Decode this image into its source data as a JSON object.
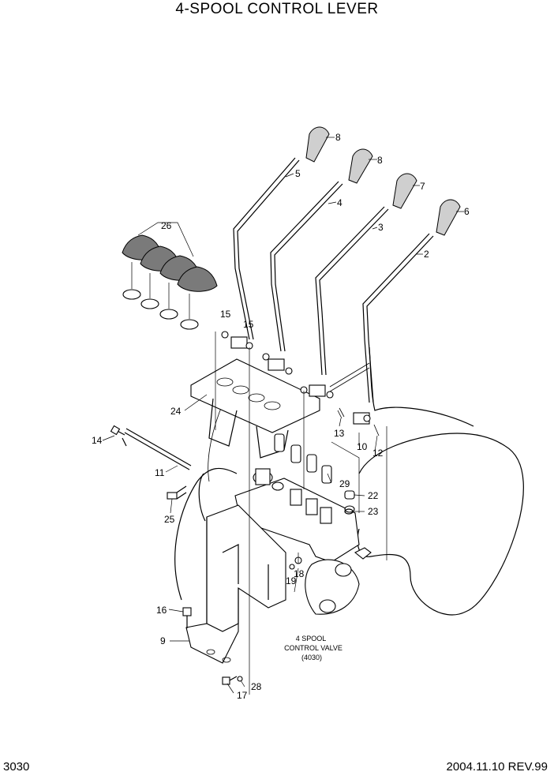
{
  "header": {
    "title": "4-SPOOL CONTROL LEVER"
  },
  "footer": {
    "page": "3030",
    "revision": "2004.11.10 REV.99"
  },
  "valve_note": {
    "line1": "4 SPOOL",
    "line2": "CONTROL VALVE",
    "line3": "(4030)"
  },
  "callouts": {
    "c2": "2",
    "c3": "3",
    "c4": "4",
    "c5": "5",
    "c6": "6",
    "c7": "7",
    "c8a": "8",
    "c8b": "8",
    "c9": "9",
    "c10": "10",
    "c11": "11",
    "c12": "12",
    "c13": "13",
    "c14": "14",
    "c15a": "15",
    "c15b": "15",
    "c16": "16",
    "c17": "17",
    "c18": "18",
    "c19": "19",
    "c22": "22",
    "c23": "23",
    "c24": "24",
    "c25": "25",
    "c26": "26",
    "c28": "28",
    "c29": "29"
  }
}
